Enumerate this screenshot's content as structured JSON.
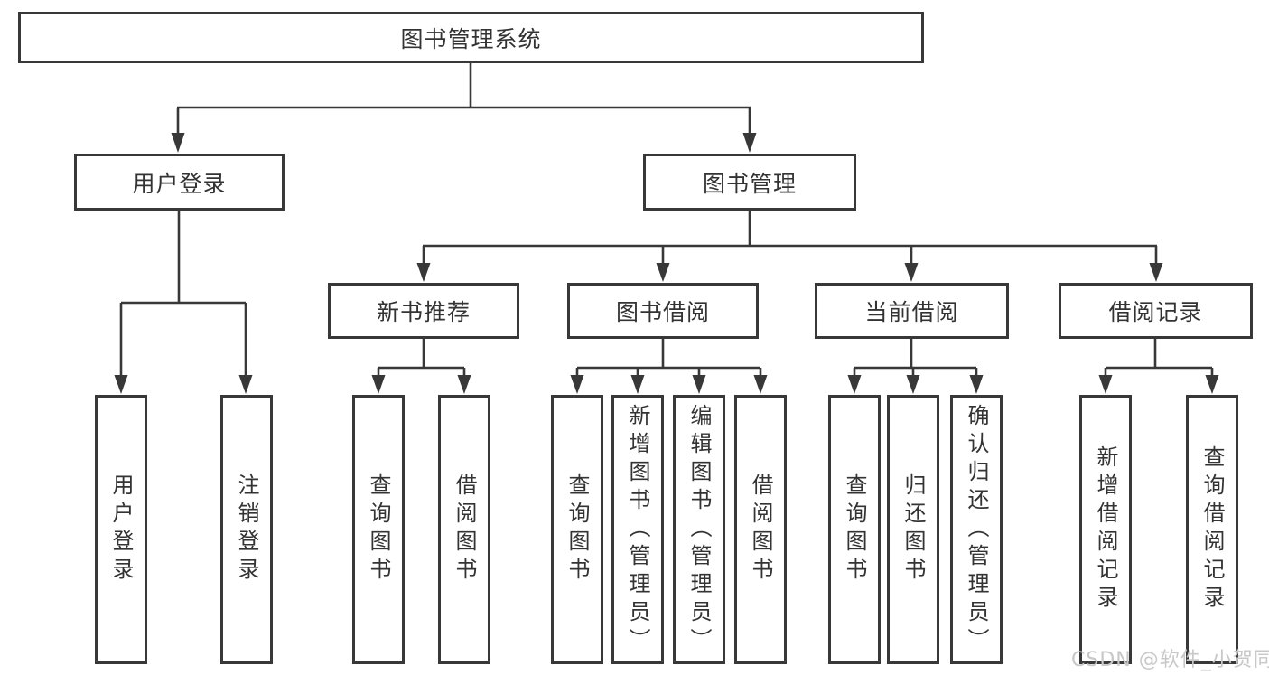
{
  "title": "图书管理系统",
  "branches": {
    "user_login": {
      "label": "用户登录",
      "children": [
        "用户登录",
        "注销登录"
      ]
    },
    "book_mgmt": {
      "label": "图书管理",
      "modules": [
        {
          "label": "新书推荐",
          "children": [
            "查询图书",
            "借阅图书"
          ]
        },
        {
          "label": "图书借阅",
          "children": [
            "查询图书",
            "新增图书（管理员）",
            "编辑图书（管理员）",
            "借阅图书"
          ]
        },
        {
          "label": "当前借阅",
          "children": [
            "查询图书",
            "归还图书",
            "确认归还（管理员）"
          ]
        },
        {
          "label": "借阅记录",
          "children": [
            "新增借阅记录",
            "查询借阅记录"
          ]
        }
      ]
    }
  },
  "watermark": "CSDN @软件_小贺同学",
  "colors": {
    "line": "#383838",
    "text": "#333333",
    "watermark": "#c8c8c8",
    "background": "#ffffff"
  }
}
